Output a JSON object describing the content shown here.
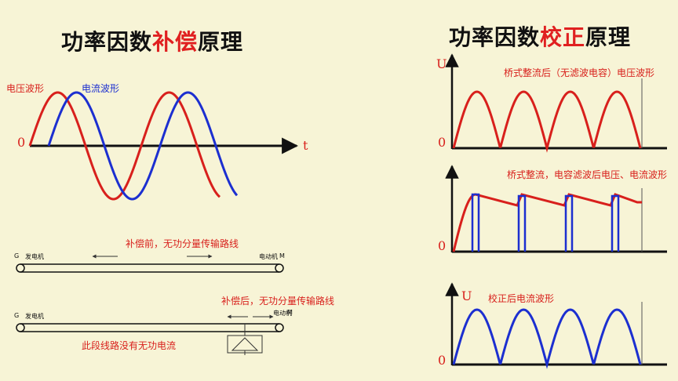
{
  "left": {
    "title_prefix": "功率因数",
    "title_highlight": "补偿",
    "title_suffix": "原理",
    "voltage_label": "电压波形",
    "current_label": "电流波形",
    "origin": "0",
    "t_label": "t",
    "line1": {
      "caption": "补偿前，无功分量传输路线",
      "gen_letter": "G",
      "gen_name": "发电机",
      "motor_name": "电动机",
      "motor_letter": "M"
    },
    "line2": {
      "caption": "补偿后，无功分量传输路线",
      "gen_letter": "G",
      "gen_name": "发电机",
      "motor_name": "电动机",
      "motor_letter": "M",
      "note": "此段线路没有无功电流"
    }
  },
  "right": {
    "title_prefix": "功率因数",
    "title_highlight": "校正",
    "title_suffix": "原理",
    "chart1": {
      "y_label": "U",
      "origin": "0",
      "caption": "桥式整流后（无滤波电容）电压波形"
    },
    "chart2": {
      "origin": "0",
      "caption": "桥式整流，电容滤波后电压、电流波形"
    },
    "chart3": {
      "y_label": "U",
      "origin": "0",
      "caption": "校正后电流波形"
    }
  },
  "colors": {
    "voltage": "#d8201c",
    "current": "#1c2fd0",
    "background": "#f7f4d6"
  }
}
